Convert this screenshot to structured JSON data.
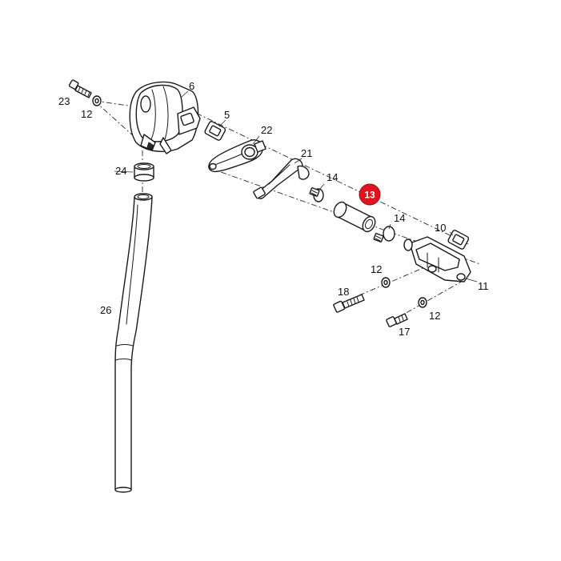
{
  "labels": {
    "p23": "23",
    "p12a": "12",
    "p6": "6",
    "p5": "5",
    "p22": "22",
    "p21": "21",
    "p24": "24",
    "p14a": "14",
    "p13": "13",
    "p14b": "14",
    "p10": "10",
    "p12b": "12",
    "p11": "11",
    "p18": "18",
    "p12c": "12",
    "p17": "17",
    "p26": "26"
  },
  "colors": {
    "highlight": "#e0141e",
    "line": "#1a1a1a"
  }
}
